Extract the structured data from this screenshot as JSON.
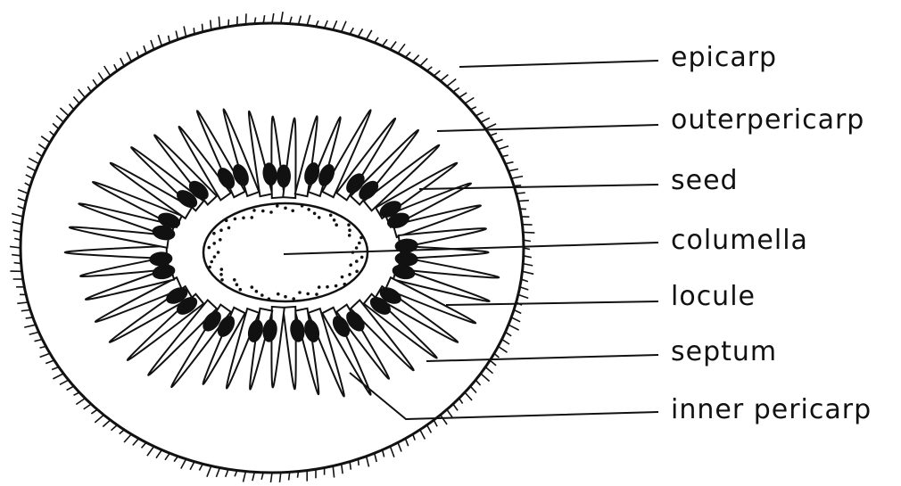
{
  "diagram": {
    "labels": {
      "epicarp": "epicarp",
      "outer_pericarp": "outerpericarp",
      "seed": "seed",
      "columella": "columella",
      "locule": "locule",
      "septum": "septum",
      "inner_pericarp": "inner pericarp"
    },
    "colors": {
      "ink": "#111111",
      "background": "#ffffff"
    }
  }
}
